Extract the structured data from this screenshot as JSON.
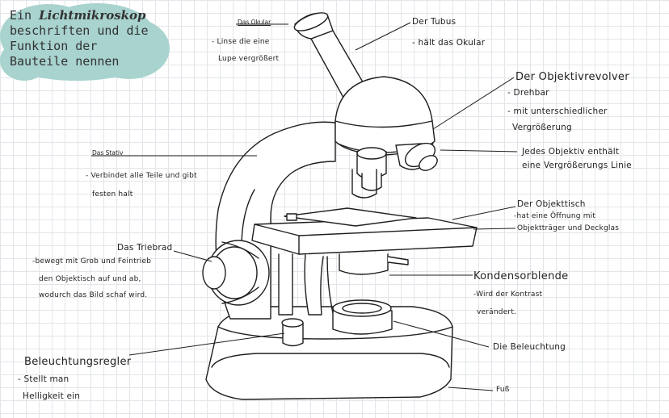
{
  "title": {
    "prefix": "Ein",
    "emphasis": "Lichtmikroskop",
    "line2": "beschriften und die",
    "line3": "Funktion der",
    "line4": "Bauteile nennen",
    "blob_color": "#a8d3cf"
  },
  "labels": {
    "okular": {
      "name": "Das Okular",
      "desc": "Linse die eine",
      "desc2": "Lupe vergrößert"
    },
    "tubus": {
      "name": "Der Tubus",
      "desc": "hält das Okular"
    },
    "revolver": {
      "name": "Der Objektivrevolver",
      "desc1": "Drehbar",
      "desc2": "mit unterschiedlicher",
      "desc3": "Vergrößerung"
    },
    "objektiv": {
      "desc1": "Jedes Objektiv enthält",
      "desc2": "eine Vergrößerungs Linie"
    },
    "stativ": {
      "name": "Das Stativ",
      "desc1": "Verbindet alle Teile und gibt",
      "desc2": "festen halt"
    },
    "objekttisch": {
      "name": "Der Objekttisch",
      "desc1": "hat eine Öffnung mit",
      "desc2": "Objektträger und Deckglas"
    },
    "triebrad": {
      "name": "Das Triebrad",
      "desc1": "bewegt mit Grob und Feintrieb",
      "desc2": "den Objektisch auf und ab,",
      "desc3": "wodurch das Bild schaf wird."
    },
    "kondensor": {
      "name": "Kondensorblende",
      "desc1": "Wird der Kontrast",
      "desc2": "verändert."
    },
    "beleuchtung": {
      "name": "Die Beleuchtung"
    },
    "regler": {
      "name": "Beleuchtungsregler",
      "desc1": "Stellt man",
      "desc2": "Helligkeit ein"
    },
    "fuss": {
      "name": "Fuß"
    }
  },
  "dash": "-",
  "colors": {
    "ink": "#1e1e1e",
    "grid": "#e2e6ea"
  }
}
